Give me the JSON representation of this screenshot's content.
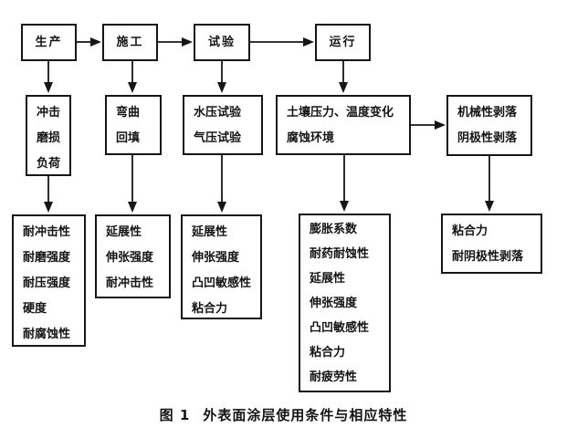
{
  "figure": {
    "caption_label": "图 1",
    "caption_text": "外表面涂层使用条件与相应特性"
  },
  "flowchart": {
    "colors": {
      "line": "#161616",
      "background": "#ffffff",
      "text": "#141414"
    },
    "stages": [
      {
        "label": "生产"
      },
      {
        "label": "施工"
      },
      {
        "label": "试验"
      },
      {
        "label": "运行"
      }
    ],
    "conditions": [
      {
        "lines": [
          "冲击",
          "磨损",
          "负荷"
        ]
      },
      {
        "lines": [
          "弯曲",
          "回填"
        ]
      },
      {
        "lines": [
          "水压试验",
          "气压试验"
        ]
      },
      {
        "lines": [
          "土壤压力、温度变化",
          "腐蚀环境"
        ]
      },
      {
        "lines": [
          "机械性剥落",
          "阴极性剥落"
        ]
      }
    ],
    "properties": [
      {
        "lines": [
          "耐冲击性",
          "耐磨强度",
          "耐压强度",
          "硬度",
          "耐腐蚀性"
        ]
      },
      {
        "lines": [
          "延展性",
          "伸张强度",
          "耐冲击性"
        ]
      },
      {
        "lines": [
          "延展性",
          "伸张强度",
          "凸凹敏感性",
          "粘合力"
        ]
      },
      {
        "lines": [
          "膨胀系数",
          "耐药耐蚀性",
          "延展性",
          "伸张强度",
          "凸凹敏感性",
          "粘合力",
          "耐疲劳性"
        ]
      },
      {
        "lines": [
          "粘合力",
          "耐阴极性剥落"
        ]
      }
    ]
  }
}
